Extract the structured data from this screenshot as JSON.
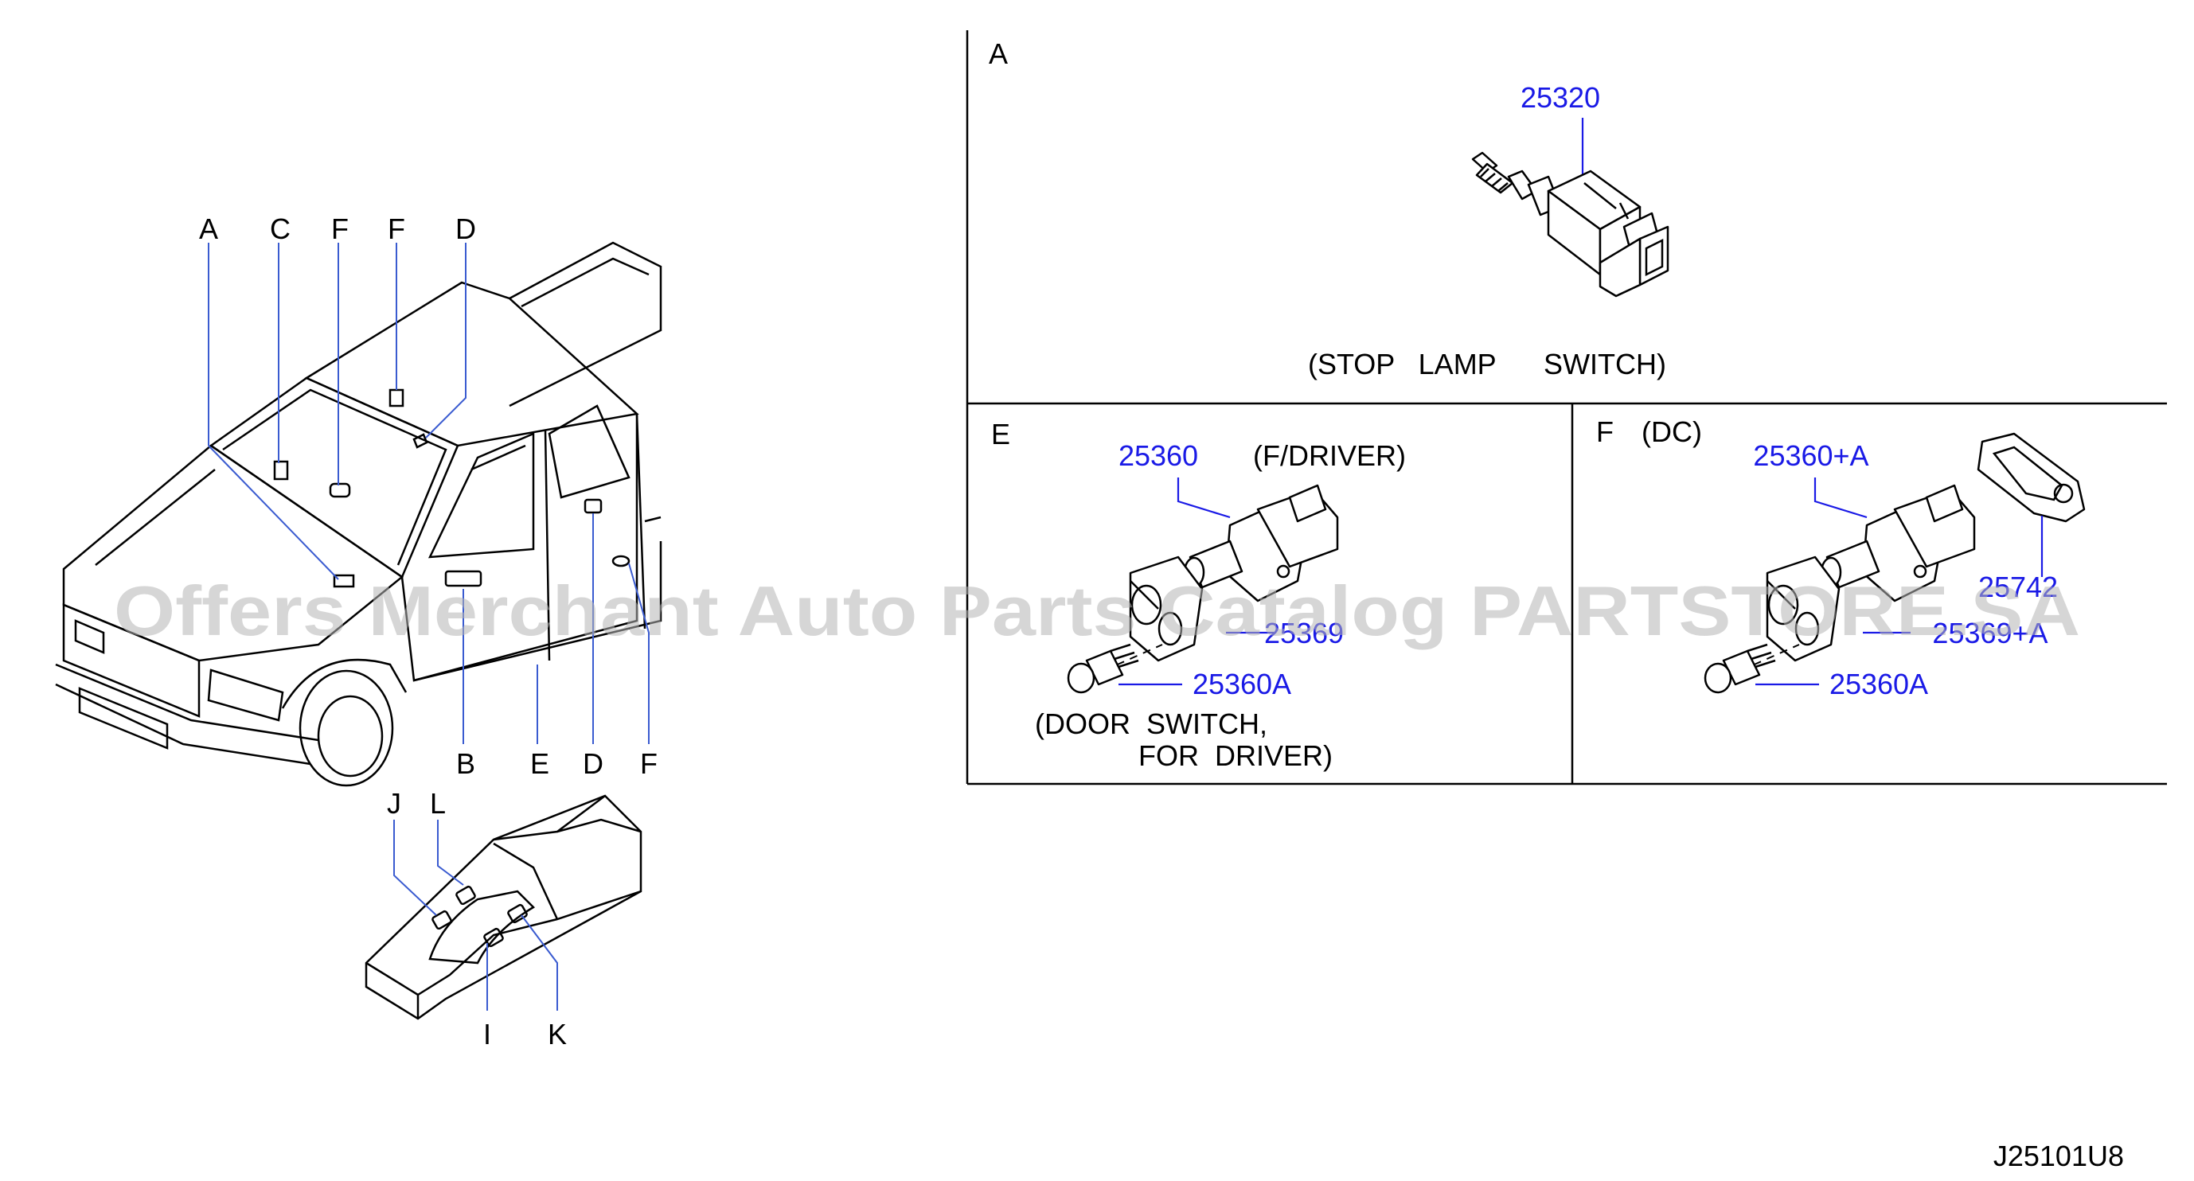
{
  "overview": {
    "top_callouts": [
      "A",
      "C",
      "F",
      "F",
      "D"
    ],
    "bottom_callouts": [
      "B",
      "E",
      "D",
      "F"
    ],
    "console_callouts": [
      "J",
      "L",
      "I",
      "K"
    ]
  },
  "panel_a": {
    "letter": "A",
    "part_number": "25320",
    "caption": "(STOP   LAMP      SWITCH)"
  },
  "panel_e": {
    "letter": "E",
    "qualifier": "(F/DRIVER)",
    "parts": [
      "25360",
      "25369",
      "25360A"
    ],
    "caption_line1": "(DOOR  SWITCH,",
    "caption_line2": "FOR  DRIVER)"
  },
  "panel_f": {
    "letter": "F",
    "qualifier": "(DC)",
    "parts": [
      "25360+A",
      "25742",
      "25369+A",
      "25360A"
    ]
  },
  "diagram_code": "J25101U8",
  "watermark": "Offers Merchant Auto Parts Catalog PARTSTORE.SA"
}
